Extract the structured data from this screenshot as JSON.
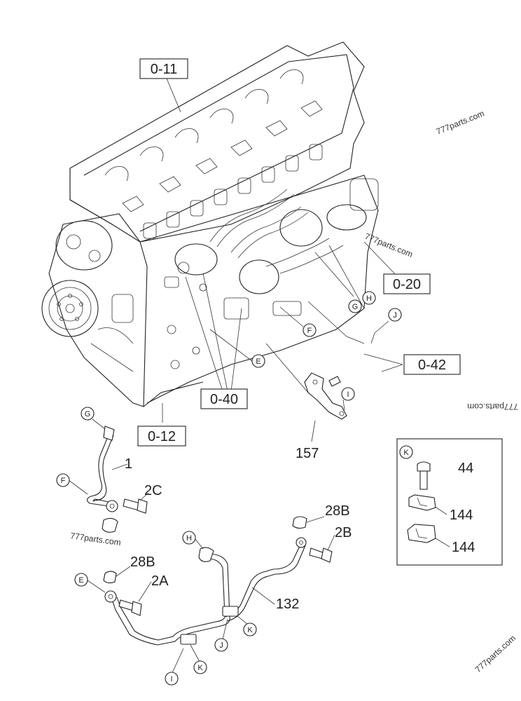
{
  "ref_boxes": {
    "b0_11": "0-11",
    "b0_20": "0-20",
    "b0_42": "0-42",
    "b0_40": "0-40",
    "b0_12": "0-12"
  },
  "callouts": {
    "g_top": "G",
    "h_top": "H",
    "j_top": "J",
    "f_top": "F",
    "e_top": "E",
    "i_top": "I",
    "g_pipe1": "G",
    "f_pipe1": "F",
    "h_pipe": "H",
    "e_pipe": "E",
    "k_1": "K",
    "j_bot": "J",
    "k_2": "K",
    "i_bot": "I",
    "k_inset": "K"
  },
  "part_numbers": {
    "p157": "157",
    "p1": "1",
    "p2c": "2C",
    "p28b_a": "28B",
    "p2b": "2B",
    "p28b_b": "28B",
    "p2a": "2A",
    "p132": "132",
    "p44": "44",
    "p144_a": "144",
    "p144_b": "144"
  },
  "watermarks": {
    "w1": "777parts.com",
    "w2": "777parts.com",
    "w3": "777parts.com",
    "w4": "777parts.com",
    "w5": "777parts.com"
  },
  "colors": {
    "line": "#222222",
    "background": "#ffffff"
  }
}
